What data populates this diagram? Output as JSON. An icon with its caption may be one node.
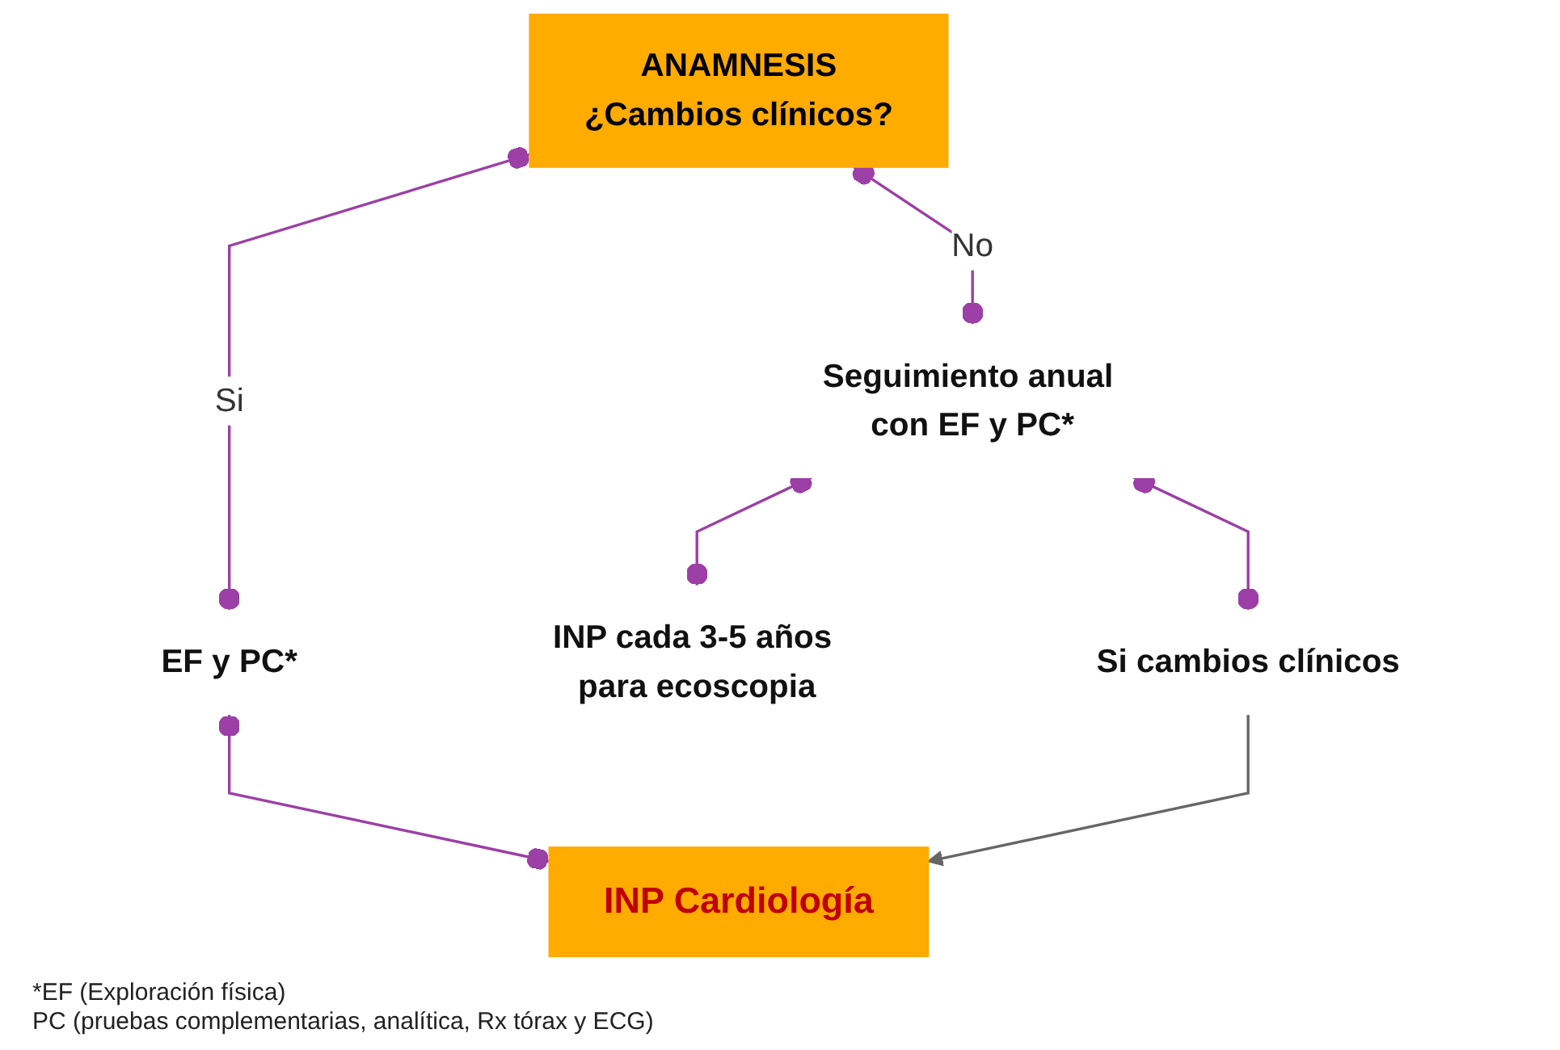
{
  "diagram": {
    "nodes": [
      {
        "text": [
          "ANAMNESIS",
          "¿Cambios clínicos?"
        ]
      },
      {
        "text": [
          "Seguimiento anual con EF y PC*"
        ]
      },
      {
        "text": [
          "EF y PC*"
        ]
      },
      {
        "text": [
          "INP cada 3-5 años para ecoscopia"
        ]
      },
      {
        "text": [
          "Si cambios clínicos"
        ]
      },
      {
        "text": [
          "INP Cardiología"
        ]
      }
    ],
    "edges": [
      {
        "from": 0,
        "to": 1,
        "label": "No",
        "arrow": "other"
      },
      {
        "from": 0,
        "to": 2,
        "label": "Si",
        "arrow": "other"
      },
      {
        "from": 1,
        "to": 3,
        "arrow": "other"
      },
      {
        "from": 1,
        "to": 4,
        "arrow": "other"
      },
      {
        "from": 2,
        "to": 5,
        "arrow": "other"
      },
      {
        "from": 4,
        "to": 5,
        "arrow": "to",
        "color": "#666666"
      }
    ],
    "labels": [
      "*EF (Exploración física)",
      "PC (pruebas complementarias, analítica, Rx tórax y ECG)"
    ]
  }
}
